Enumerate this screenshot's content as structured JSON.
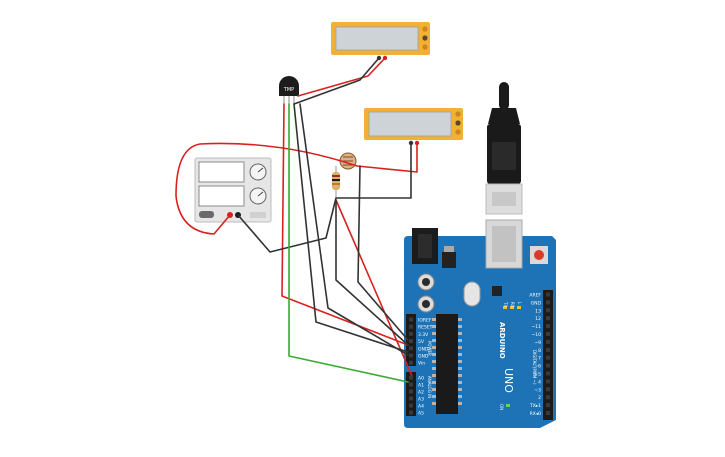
{
  "components": {
    "temp_sensor": {
      "label": "TMP"
    },
    "arduino": {
      "brand": "ARDUINO",
      "model": "UNO",
      "on_label": "ON",
      "tx_label": "TX",
      "rx_label": "RX",
      "l_label": "L",
      "power_header_labels": [
        "IOREF",
        "RESET",
        "3.3V",
        "5V",
        "GND",
        "GND",
        "Vin"
      ],
      "power_header_title": "POWER",
      "analog_header_labels": [
        "A0",
        "A1",
        "A2",
        "A3",
        "A4",
        "A5"
      ],
      "analog_header_title": "ANALOG IN",
      "digital_header_labels": [
        "AREF",
        "GND",
        "13",
        "12",
        "~11",
        "~10",
        "~9",
        "8",
        "7",
        "~6",
        "~5",
        "4",
        "~3",
        "2",
        "TX▸1",
        "RX◂0"
      ],
      "digital_header_title": "DIGITAL (PWM ~)"
    }
  },
  "colors": {
    "lcd_frame": "#f2b035",
    "lcd_screen": "#cdd3d6",
    "arduino_board": "#1e73b6",
    "wire_red": "#d92121",
    "wire_black": "#333333",
    "wire_green": "#39a935",
    "supply_body": "#e6e6e6",
    "usb_cable": "#1a1a1a"
  }
}
